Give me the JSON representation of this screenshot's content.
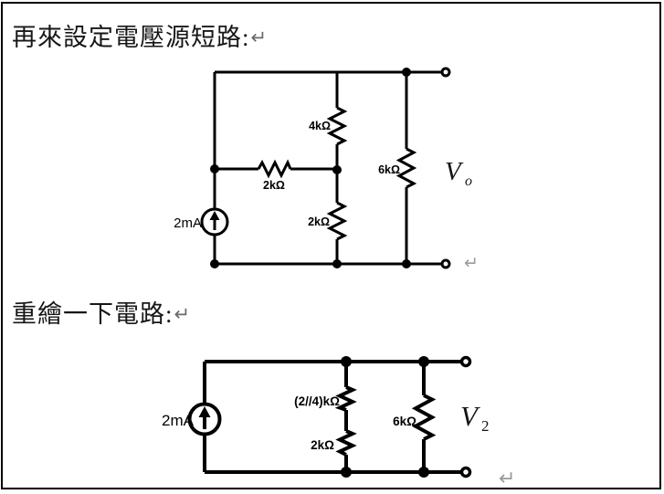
{
  "headings": {
    "line1": "再來設定電壓源短路:",
    "line2": "重繪一下電路:"
  },
  "marks": {
    "return": "↵"
  },
  "circuit1": {
    "source_label": "2mA",
    "resistor_top": "4kΩ",
    "resistor_horizontal": "2kΩ",
    "resistor_mid": "2kΩ",
    "resistor_load": "6kΩ",
    "output_label_main": "V",
    "output_label_sub": "o"
  },
  "circuit2": {
    "source_label": "2mA",
    "resistor_parallel": "(2//4)kΩ",
    "resistor_mid": "2kΩ",
    "resistor_load": "6kΩ",
    "output_label_main": "V",
    "output_label_sub": "2"
  }
}
